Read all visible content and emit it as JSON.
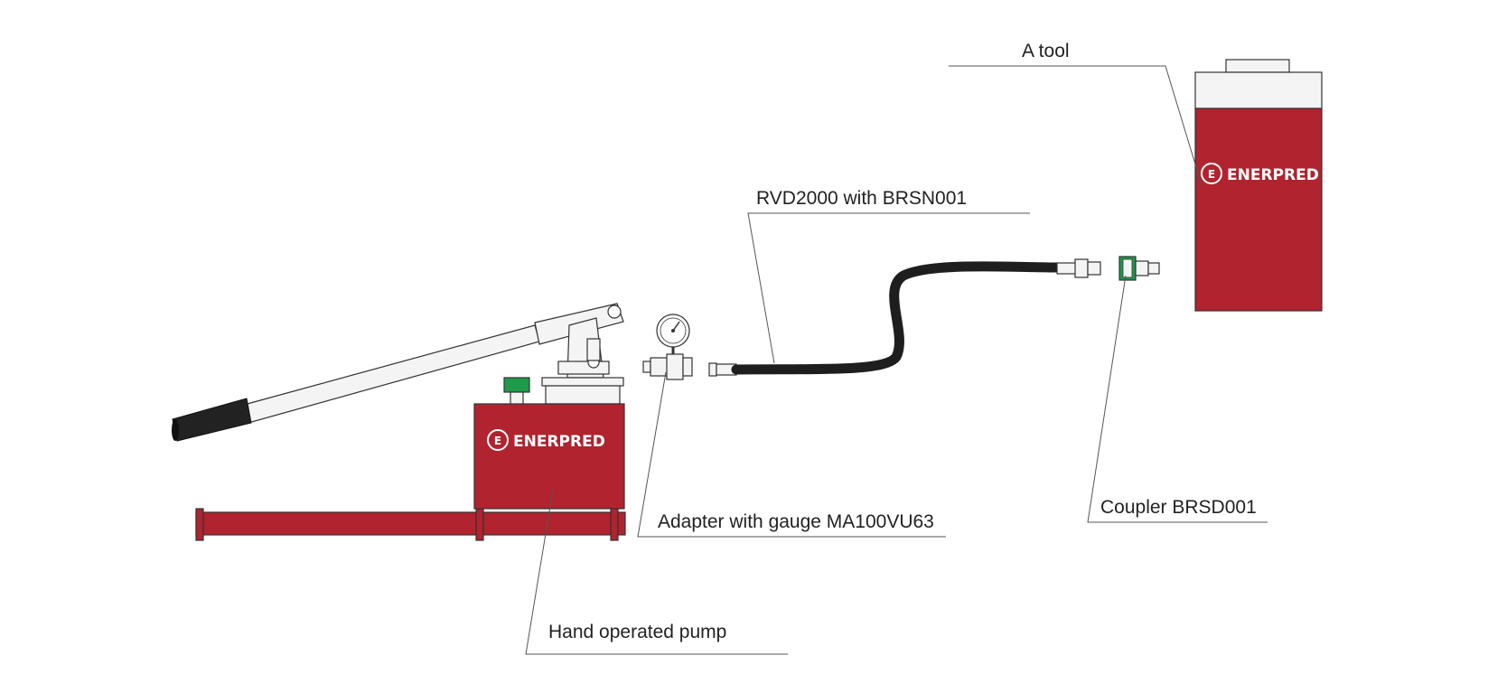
{
  "labels": {
    "tool": "A tool",
    "hose": "RVD2000 with BRSN001",
    "coupler": "Coupler BRSD001",
    "adapter": "Adapter with gauge MA100VU63",
    "pump": "Hand operated pump"
  },
  "brand": {
    "name": "ENERPRED",
    "mark": "E",
    "color": "#b0232f"
  },
  "colors": {
    "body": "#b0232f",
    "hose": "#1e1e1e",
    "grip": "#222222",
    "green": "#1f9a4a",
    "metal": "#f4f4f4"
  }
}
